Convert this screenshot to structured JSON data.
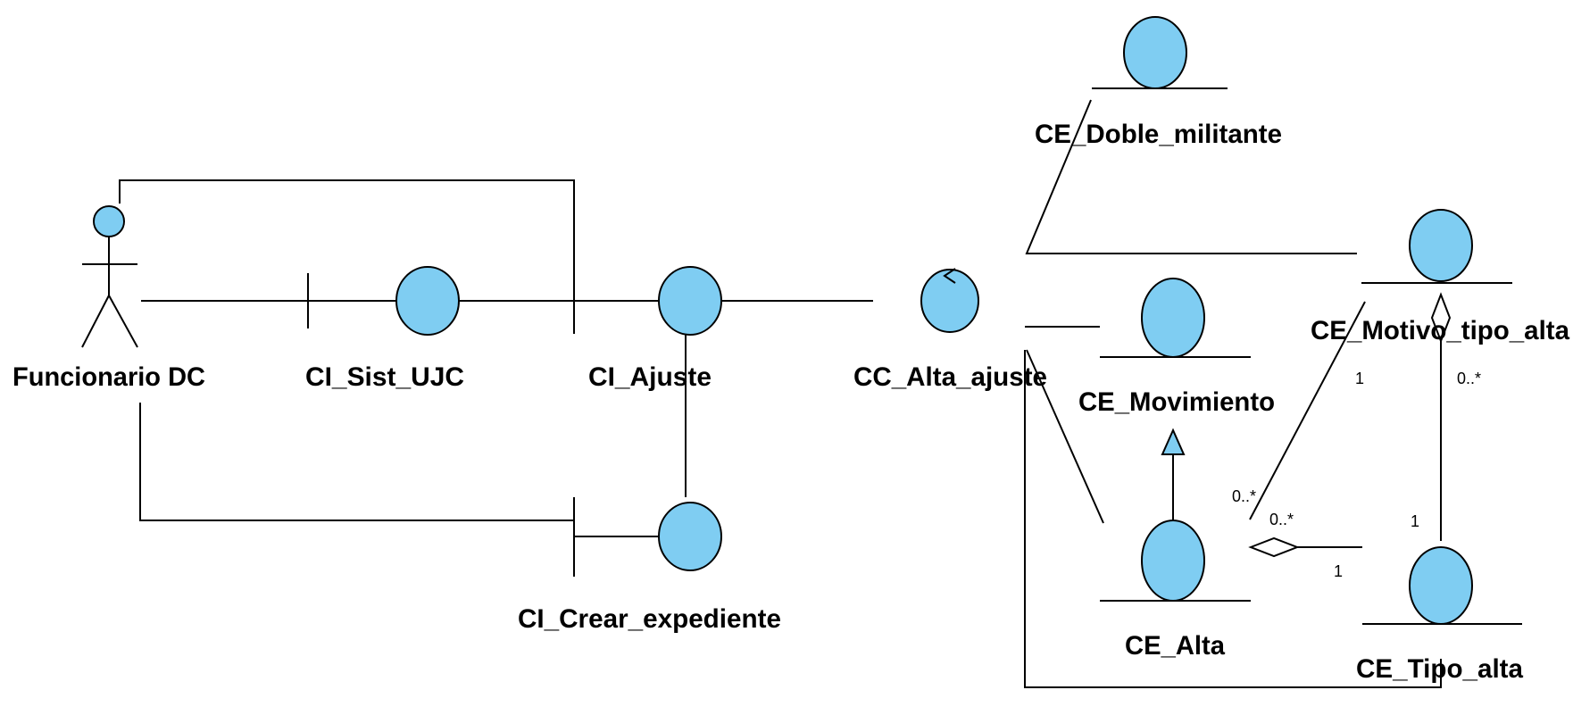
{
  "diagram": {
    "colors": {
      "fill": "#7fcdf2",
      "stroke": "#000000",
      "background": "#ffffff"
    },
    "nodes": {
      "actor": {
        "label": "Funcionario DC",
        "kind": "actor"
      },
      "ci_sist_ujc": {
        "label": "CI_Sist_UJC",
        "kind": "boundary"
      },
      "ci_ajuste": {
        "label": "CI_Ajuste",
        "kind": "boundary"
      },
      "ci_crear_expediente": {
        "label": "CI_Crear_expediente",
        "kind": "boundary"
      },
      "cc_alta_ajuste": {
        "label": "CC_Alta_ajuste",
        "kind": "control"
      },
      "ce_doble_militante": {
        "label": "CE_Doble_militante",
        "kind": "entity"
      },
      "ce_motivo_tipo_alta": {
        "label": "CE_Motivo_tipo_alta",
        "kind": "entity"
      },
      "ce_movimiento": {
        "label": "CE_Movimiento",
        "kind": "entity"
      },
      "ce_alta": {
        "label": "CE_Alta",
        "kind": "entity"
      },
      "ce_tipo_alta": {
        "label": "CE_Tipo_alta",
        "kind": "entity"
      }
    },
    "multiplicities": {
      "motivo_end_a": "1",
      "motivo_end_b": "0..*",
      "alta_end_a": "0..*",
      "alta_end_b": "0..*",
      "tipo_end_a": "1",
      "tipo_end_b": "1"
    }
  }
}
